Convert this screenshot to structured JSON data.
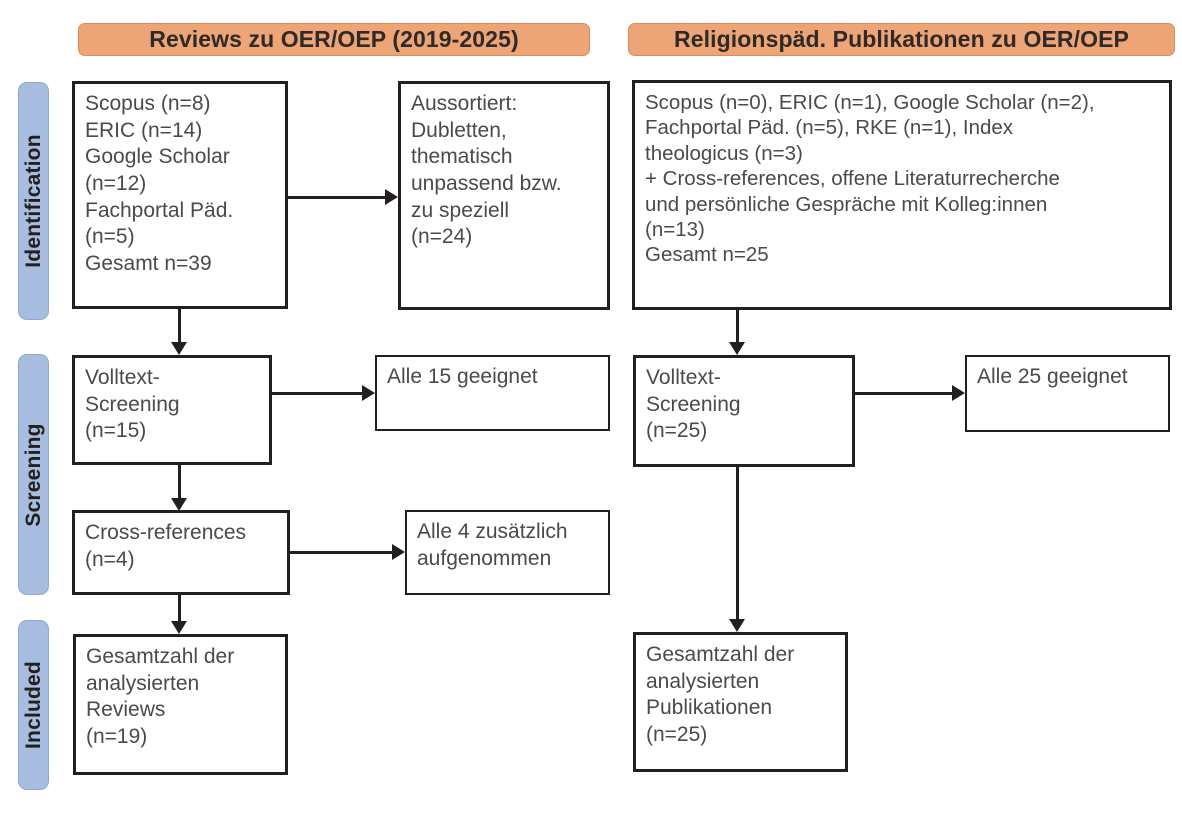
{
  "columns": {
    "left": {
      "header": "Reviews zu OER/OEP (2019-2025)"
    },
    "right": {
      "header": "Religionspäd. Publikationen zu OER/OEP"
    }
  },
  "stages": [
    {
      "label": "Identification"
    },
    {
      "label": "Screening"
    },
    {
      "label": "Included"
    }
  ],
  "nodes": {
    "left_identification_sources": "Scopus (n=8)\nERIC (n=14)\nGoogle Scholar\n(n=12)\nFachportal Päd.\n(n=5)\nGesamt n=39",
    "left_excluded": "Aussortiert:\nDubletten,\nthematisch\nunpassend bzw.\nzu speziell\n(n=24)",
    "left_fulltext_screening": "Volltext-\nScreening\n(n=15)",
    "left_all_eligible": "Alle 15 geeignet",
    "left_cross_references": "Cross-references\n(n=4)",
    "left_all_added": "Alle 4 zusätzlich\naufgenommen",
    "left_included_total": "Gesamtzahl der\nanalysierten\nReviews\n(n=19)",
    "right_identification_sources": "Scopus (n=0), ERIC (n=1), Google Scholar (n=2),\nFachportal Päd. (n=5), RKE (n=1), Index\ntheologicus (n=3)\n+ Cross-references, offene Literaturrecherche\nund persönliche Gespräche mit Kolleg:innen\n(n=13)\nGesamt n=25",
    "right_fulltext_screening": "Volltext-\nScreening\n(n=25)",
    "right_all_eligible": "Alle 25 geeignet",
    "right_included_total": "Gesamtzahl der\nanalysierten\nPublikationen\n(n=25)"
  },
  "colors": {
    "header_fill": "#eda476",
    "stage_fill": "#a8bee0",
    "node_border": "#231f20",
    "node_text": "#4a4a4a",
    "background": "#ffffff"
  }
}
